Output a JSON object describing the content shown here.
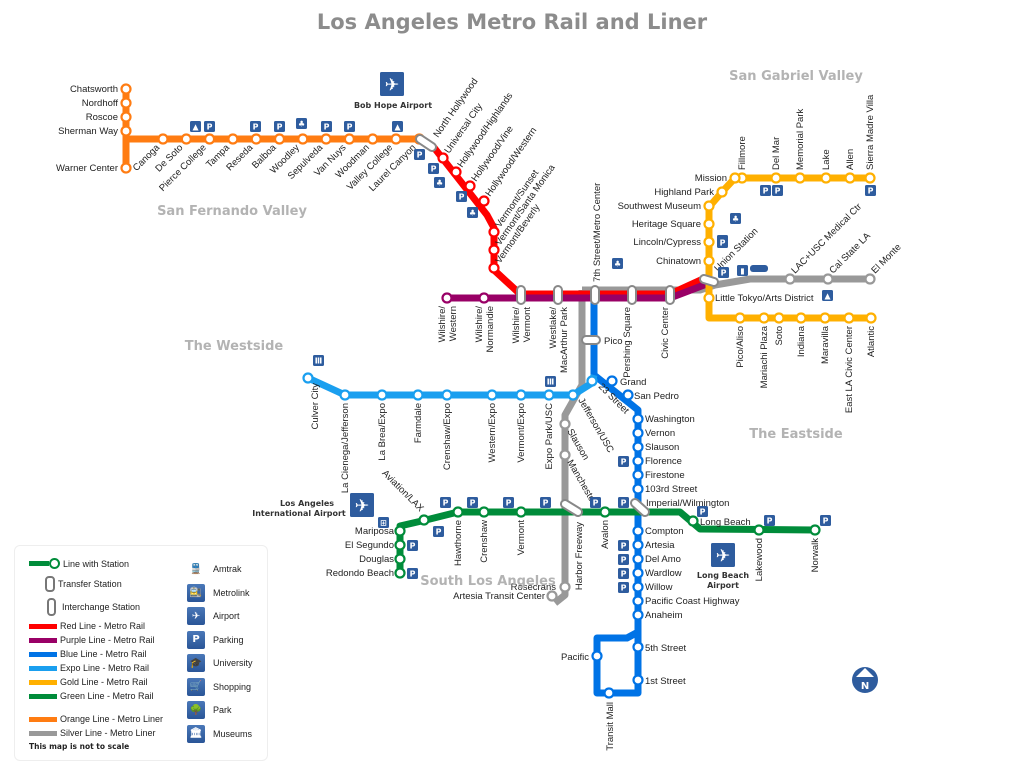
{
  "title": "Los Angeles Metro Rail and Liner",
  "regions": {
    "san_fernando_valley": "San Fernando Valley",
    "san_gabriel_valley": "San Gabriel Valley",
    "westside": "The Westside",
    "eastside": "The Eastside",
    "south_la": "South Los Angeles"
  },
  "airports": {
    "bob_hope": "Bob Hope Airport",
    "lax_line1": "Los Angeles",
    "lax_line2": "International Airport",
    "long_beach_line1": "Long Beach",
    "long_beach_line2": "Airport"
  },
  "colors": {
    "red": "#ff0000",
    "purple": "#990066",
    "blue": "#0073e6",
    "expo": "#1a9fef",
    "gold": "#ffb000",
    "green": "#008c3a",
    "orange": "#ff7c12",
    "silver": "#999999",
    "icon_blue": "#2e5c9e"
  },
  "lines": {
    "orange": {
      "name": "Orange Line - Metro Liner",
      "branch_stations": [
        "Chatsworth",
        "Nordhoff",
        "Roscoe",
        "Sherman Way",
        "Warner Center"
      ],
      "stations": [
        "Canoga",
        "De Soto",
        "Pierce College",
        "Tampa",
        "Reseda",
        "Balboa",
        "Woodley",
        "Sepulveda",
        "Van Nuys",
        "Woodman",
        "Valley College",
        "Laurel Canyon"
      ]
    },
    "red": {
      "name": "Red Line - Metro Rail",
      "stations": [
        "North Hollywood",
        "Universal City",
        "Hollywood/Highlands",
        "Hollywood/Vine",
        "Hollywood/Western",
        "Vermont/Sunset",
        "Vermont/Santa Monica",
        "Vermont/Beverly"
      ]
    },
    "purple": {
      "name": "Purple Line - Metro Rail",
      "stations": [
        "Wilshire/ Western",
        "Wilshire/ Normandie"
      ]
    },
    "shared_downtown": [
      "Wilshire/ Vermont",
      "Westlake/ MacArthur Park",
      "7th Street/Metro Center",
      "Pershing Square",
      "Civic Center"
    ],
    "gold": {
      "name": "Gold Line - Metro Rail",
      "north_stations": [
        "Mission",
        "Highland Park",
        "Southwest Museum",
        "Heritage Square",
        "Lincoln/Cypress",
        "Chinatown",
        "Union Station",
        "Little Tokyo/Arts District"
      ],
      "top_stations": [
        "Fillmore",
        "Del Mar",
        "Memorial Park",
        "Lake",
        "Allen",
        "Sierra Madre Villa"
      ],
      "east_stations": [
        "Pico/Aliso",
        "Mariachi Plaza",
        "Soto",
        "Indiana",
        "Maravilla",
        "East LA Civic Center",
        "Atlantic"
      ]
    },
    "silver": {
      "name": "Silver Line - Metro Liner",
      "east_stations": [
        "LAC+USC Medical Ctr",
        "Cal State LA",
        "El Monte"
      ],
      "south_stations": [
        "Slauson",
        "Manchester",
        "Harbor Freeway",
        "Rosecrans",
        "Artesia Transit Center"
      ]
    },
    "blue": {
      "name": "Blue Line - Metro Rail",
      "stations": [
        "Pico",
        "Grand",
        "San Pedro",
        "Washington",
        "Vernon",
        "Slauson",
        "Florence",
        "Firestone",
        "103rd Street",
        "Imperial/Wilmington",
        "Compton",
        "Artesia",
        "Del Amo",
        "Wardlow",
        "Willow",
        "Pacific Coast Highway",
        "Anaheim",
        "5th Street",
        "1st Street",
        "Transit Mall",
        "Pacific"
      ]
    },
    "expo": {
      "name": "Expo Line - Metro Rail",
      "stations": [
        "Culver City",
        "La Cienega/Jefferson",
        "La Brea/Expo",
        "Farmdale",
        "Crenshaw/Expo",
        "Western/Expo",
        "Vermont/Expo",
        "Expo Park/USC",
        "Jefferson/USC",
        "23 Street"
      ]
    },
    "green": {
      "name": "Green Line - Metro Rail",
      "branch_stations": [
        "Mariposa",
        "El Segundo",
        "Douglas",
        "Redondo Beach"
      ],
      "stations": [
        "Aviation/LAX",
        "Hawthorne",
        "Crenshaw",
        "Vermont",
        "Avalon",
        "Long Beach",
        "Lakewood",
        "Norwalk"
      ]
    }
  },
  "legend": {
    "line_with_station": "Line with Station",
    "transfer_station": "Transfer Station",
    "interchange_station": "Interchange Station",
    "lines": [
      {
        "label": "Red Line - Metro Rail",
        "color": "#ff0000"
      },
      {
        "label": "Purple Line - Metro Rail",
        "color": "#990066"
      },
      {
        "label": "Blue Line - Metro Rail",
        "color": "#0073e6"
      },
      {
        "label": "Expo Line - Metro Rail",
        "color": "#1a9fef"
      },
      {
        "label": "Gold Line - Metro Rail",
        "color": "#ffb000"
      },
      {
        "label": "Green Line - Metro Rail",
        "color": "#008c3a"
      },
      {
        "label": "Orange Line - Metro Liner",
        "color": "#ff7c12"
      },
      {
        "label": "Silver Line - Metro Liner",
        "color": "#999999"
      }
    ],
    "icons": [
      {
        "label": "Amtrak",
        "icon": "amtrak-icon",
        "glyph": "🚆"
      },
      {
        "label": "Metrolink",
        "icon": "metrolink-icon",
        "glyph": "🚉"
      },
      {
        "label": "Airport",
        "icon": "airport-icon",
        "glyph": "✈"
      },
      {
        "label": "Parking",
        "icon": "parking-icon",
        "glyph": "P"
      },
      {
        "label": "University",
        "icon": "university-icon",
        "glyph": "🎓"
      },
      {
        "label": "Shopping",
        "icon": "shopping-icon",
        "glyph": "🛒"
      },
      {
        "label": "Park",
        "icon": "park-icon",
        "glyph": "🌳"
      },
      {
        "label": "Museums",
        "icon": "museum-icon",
        "glyph": "🏛"
      }
    ],
    "note": "This map is not to scale"
  },
  "compass": "N"
}
